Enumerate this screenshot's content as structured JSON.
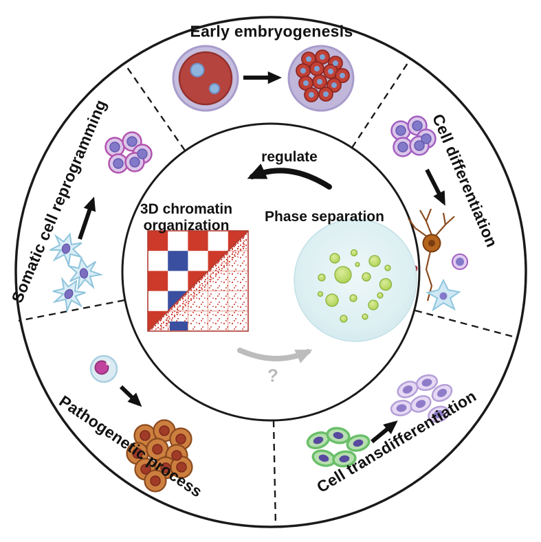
{
  "figure": {
    "type": "circular-schematic",
    "sectors": [
      {
        "id": "early-embryogenesis",
        "label": "Early embryogenesis"
      },
      {
        "id": "cell-differentiation",
        "label": "Cell differentiation"
      },
      {
        "id": "cell-transdifferentiation",
        "label": "Cell transdifferentiation"
      },
      {
        "id": "pathogenetic-process",
        "label": "Pathogenetic process"
      },
      {
        "id": "somatic-cell-reprogramming",
        "label": "Somatic cell reprogramming"
      }
    ],
    "center": {
      "regulate_label": "regulate",
      "chromatin_line1": "3D chromatin",
      "chromatin_line2": "organization",
      "phase_label": "Phase separation",
      "question_label": "?"
    },
    "illustrations": [
      "zygote-with-pronuclei",
      "morula-cell-mass",
      "stem-cell-cluster",
      "neuron-and-differentiated-cells",
      "green-cell-cluster",
      "lavender-cell-cluster",
      "somatic-fibroblasts",
      "reprogrammed-cell-cluster",
      "single-cell",
      "tumor-cell-cluster",
      "hic-contact-map",
      "phase-separation-condensates"
    ],
    "colors": {
      "heatmap_red": "#cd3a2a",
      "heatmap_blue": "#3a4fa0",
      "condensate_green": "#a9cf4e",
      "phase_circle_fill": "#dceff2",
      "arrow_black": "#111111",
      "arrow_gray": "#bcbcbc"
    }
  }
}
